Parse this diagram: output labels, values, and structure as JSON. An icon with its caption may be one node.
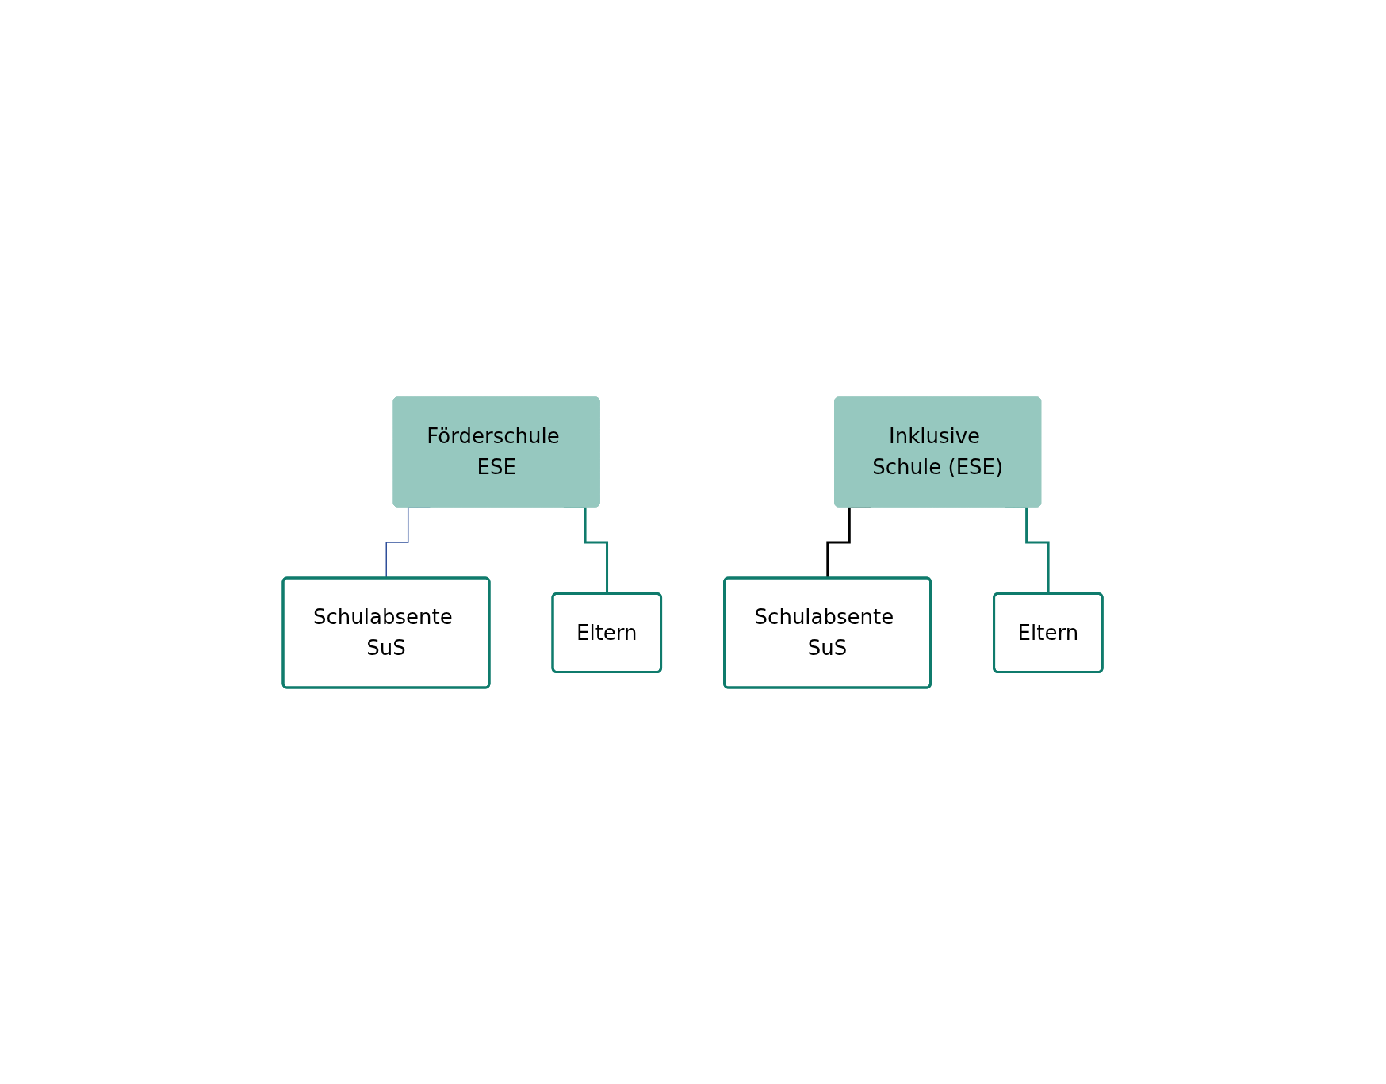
{
  "diagram": {
    "nodes": [
      {
        "text": [
          "Förderschule ESE"
        ]
      },
      {
        "text": [
          "Schulabsente SuS"
        ]
      },
      {
        "text": [
          "Eltern"
        ]
      },
      {
        "text": [
          "Inklusive Schule (ESE)"
        ]
      },
      {
        "text": [
          "Schulabsente SuS"
        ]
      },
      {
        "text": [
          "Eltern"
        ]
      }
    ],
    "edges": [
      {
        "from": 0,
        "to": 1,
        "arrow": "none",
        "color": "#2f4f9a"
      },
      {
        "from": 0,
        "to": 2,
        "arrow": "none"
      },
      {
        "from": 3,
        "to": 4,
        "arrow": "none",
        "color": "#000000"
      },
      {
        "from": 3,
        "to": 5,
        "arrow": "none"
      }
    ]
  }
}
